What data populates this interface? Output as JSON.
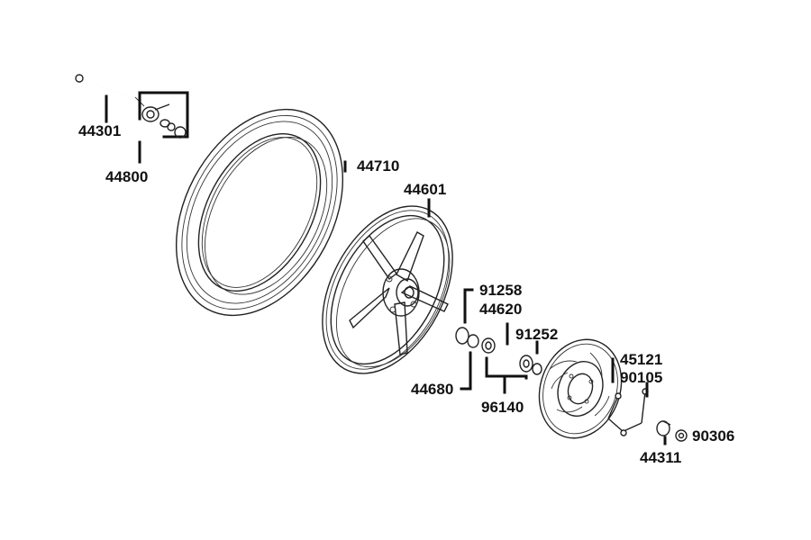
{
  "labels": {
    "axle": "44301",
    "speedo_kit": "44800",
    "tire": "44710",
    "rim": "44601",
    "circlip": "91258",
    "spacer": "44620",
    "bearing_right": "91252",
    "disc": "45121",
    "disc_bolt": "90105",
    "dust_seal": "44680",
    "bearing_set": "96140",
    "nut": "90306",
    "collar": "44311"
  },
  "colors": {
    "line": "#111111",
    "part": "#222222",
    "background": "#ffffff"
  }
}
